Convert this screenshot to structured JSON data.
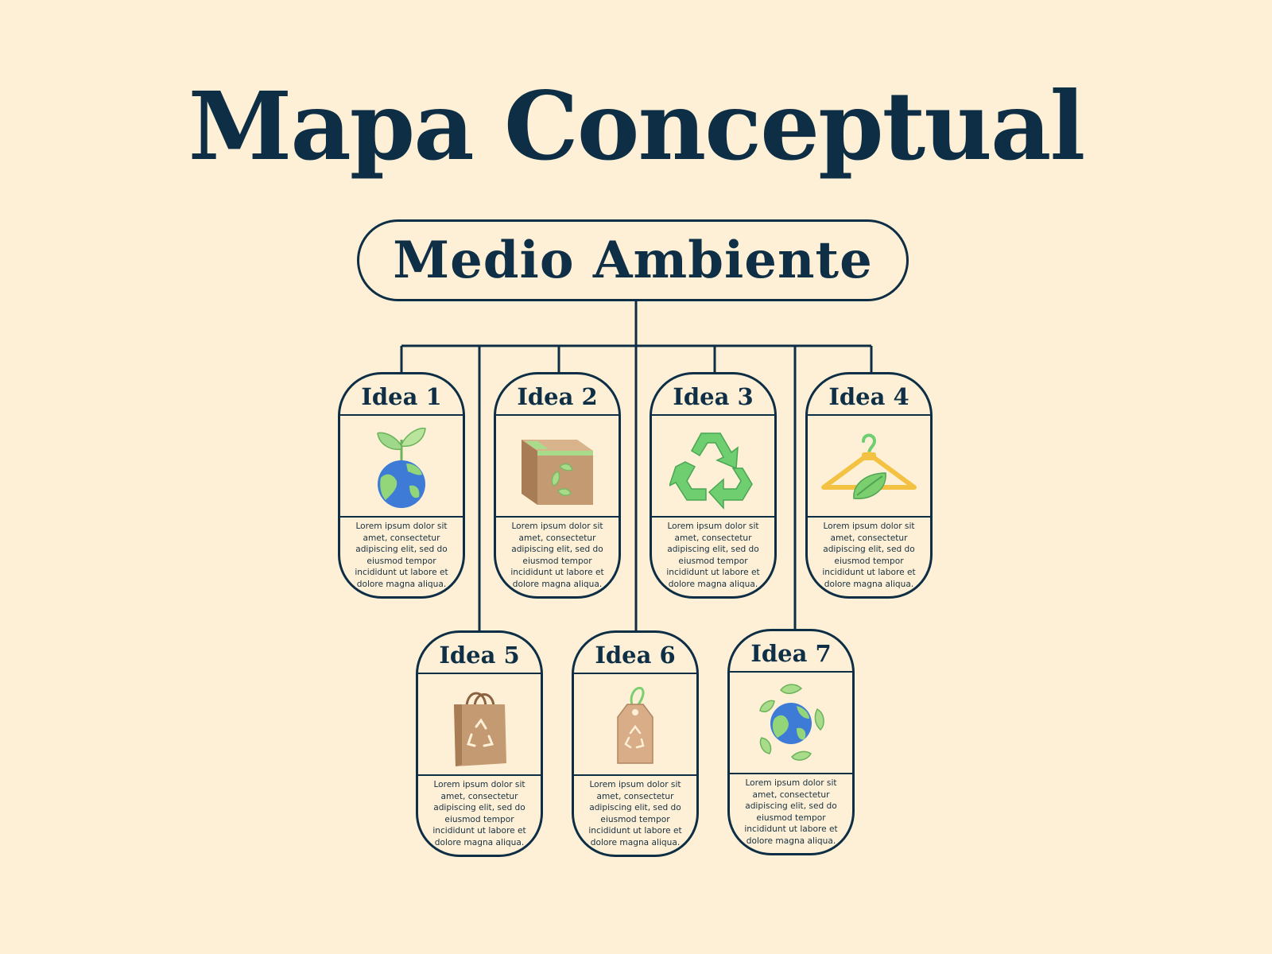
{
  "title": "Mapa Conceptual",
  "root": {
    "label": "Medio Ambiente"
  },
  "colors": {
    "background": "#fdf0d7",
    "ink": "#0d2e45",
    "leaf": "#7ccf6e",
    "earth": "#3d7bd6",
    "cardboard": "#c49a72",
    "hanger": "#f4c243"
  },
  "ideas": [
    {
      "title": "Idea 1",
      "icon": "earth-sprout-icon",
      "text": "Lorem ipsum dolor sit amet, consectetur adipiscing elit, sed do eiusmod tempor incididunt ut labore et dolore magna aliqua."
    },
    {
      "title": "Idea 2",
      "icon": "recycle-box-icon",
      "text": "Lorem ipsum dolor sit amet, consectetur adipiscing elit, sed do eiusmod tempor incididunt ut labore et dolore magna aliqua."
    },
    {
      "title": "Idea 3",
      "icon": "recycle-arrows-icon",
      "text": "Lorem ipsum dolor sit amet, consectetur adipiscing elit, sed do eiusmod tempor incididunt ut labore et dolore magna aliqua."
    },
    {
      "title": "Idea 4",
      "icon": "hanger-leaf-icon",
      "text": "Lorem ipsum dolor sit amet, consectetur adipiscing elit, sed do eiusmod tempor incididunt ut labore et dolore magna aliqua."
    },
    {
      "title": "Idea 5",
      "icon": "recycle-bag-icon",
      "text": "Lorem ipsum dolor sit amet, consectetur adipiscing elit, sed do eiusmod tempor incididunt ut labore et dolore magna aliqua."
    },
    {
      "title": "Idea 6",
      "icon": "recycle-tag-icon",
      "text": "Lorem ipsum dolor sit amet, consectetur adipiscing elit, sed do eiusmod tempor incididunt ut labore et dolore magna aliqua."
    },
    {
      "title": "Idea 7",
      "icon": "earth-leaves-icon",
      "text": "Lorem ipsum dolor sit amet, consectetur adipiscing elit, sed do eiusmod tempor incididunt ut labore et dolore magna aliqua."
    }
  ]
}
